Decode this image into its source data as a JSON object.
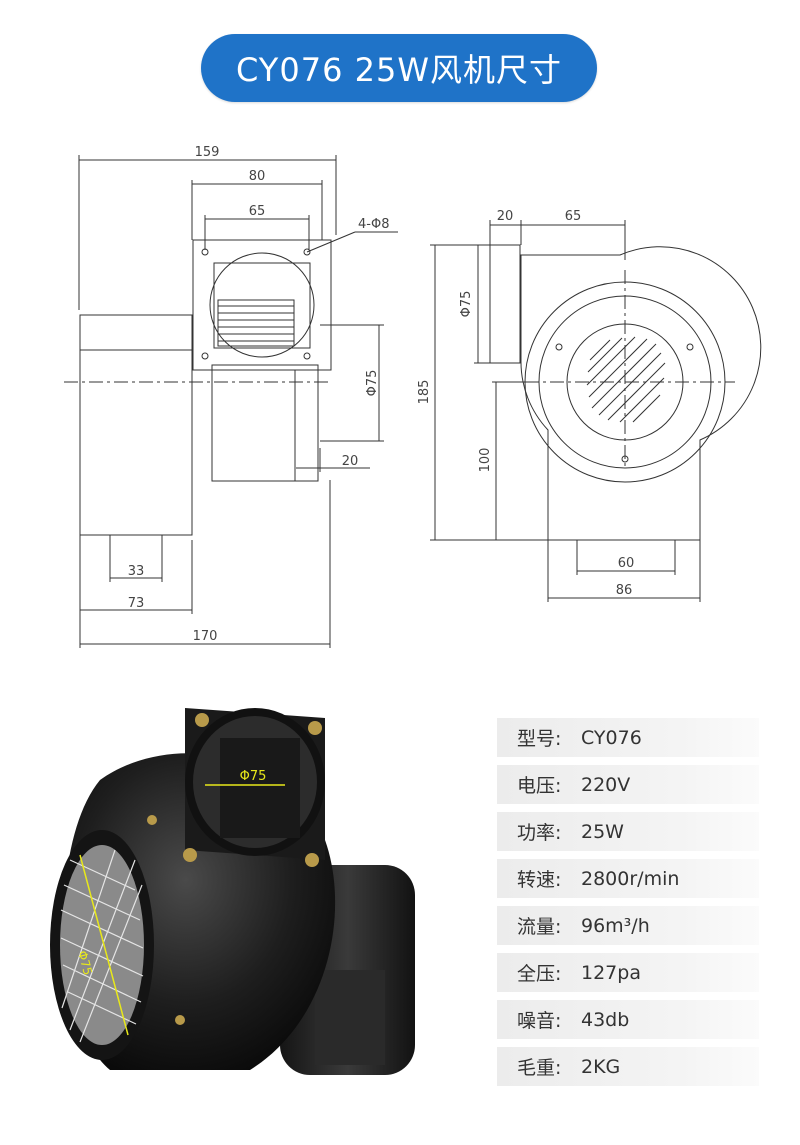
{
  "title": "CY076 25W风机尺寸",
  "dimensions": {
    "d159": "159",
    "d80": "80",
    "d65": "65",
    "holes": "4-Φ8",
    "phi75_side": "Φ75",
    "d20_side": "20",
    "d33": "33",
    "d73": "73",
    "d170": "170",
    "d20_front": "20",
    "d65_front": "65",
    "phi75_front": "Φ75",
    "d185": "185",
    "d100": "100",
    "d60": "60",
    "d86": "86"
  },
  "photo_labels": {
    "outlet_diameter": "Φ75",
    "inlet_diameter": "Φ75"
  },
  "specs": [
    {
      "label": "型号:",
      "value": "CY076"
    },
    {
      "label": "电压:",
      "value": "220V"
    },
    {
      "label": "功率:",
      "value": "25W"
    },
    {
      "label": "转速:",
      "value": "2800r/min"
    },
    {
      "label": "流量:",
      "value": "96m³/h"
    },
    {
      "label": "全压:",
      "value": "127pa"
    },
    {
      "label": "噪音:",
      "value": "43db"
    },
    {
      "label": "毛重:",
      "value": "2KG"
    }
  ],
  "colors": {
    "title_bg": "#1f73c8",
    "dimension_line": "#333333",
    "highlight": "#e8e81a"
  }
}
